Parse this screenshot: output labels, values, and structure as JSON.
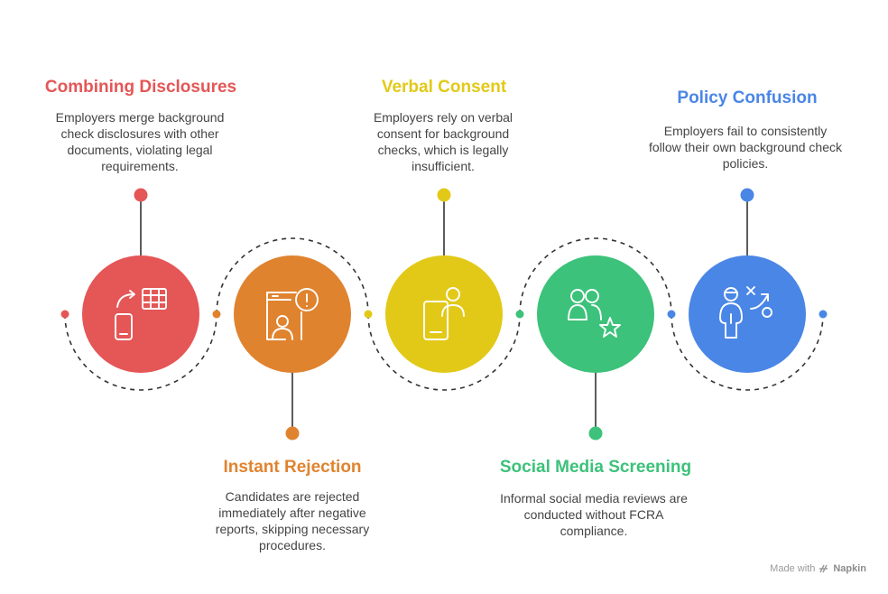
{
  "steps": [
    {
      "title": "Combining Disclosures",
      "description": "Employers merge background check disclosures with other documents, violating legal requirements.",
      "color": "#E55656",
      "icon": "documents-transfer-icon"
    },
    {
      "title": "Instant Rejection",
      "description": "Candidates are rejected immediately after negative reports, skipping necessary procedures.",
      "color": "#E0832F",
      "icon": "alert-report-icon"
    },
    {
      "title": "Verbal Consent",
      "description": "Employers rely on verbal consent for background checks, which is legally insufficient.",
      "color": "#E2C918",
      "icon": "phone-person-icon"
    },
    {
      "title": "Social Media Screening",
      "description": "Informal social media reviews are conducted without FCRA compliance.",
      "color": "#3CC27A",
      "icon": "users-star-icon"
    },
    {
      "title": "Policy Confusion",
      "description": "Employers fail to consistently follow their own background check policies.",
      "color": "#4A86E6",
      "icon": "person-strategy-icon"
    }
  ],
  "watermark": {
    "prefix": "Made with",
    "brand": "Napkin"
  }
}
